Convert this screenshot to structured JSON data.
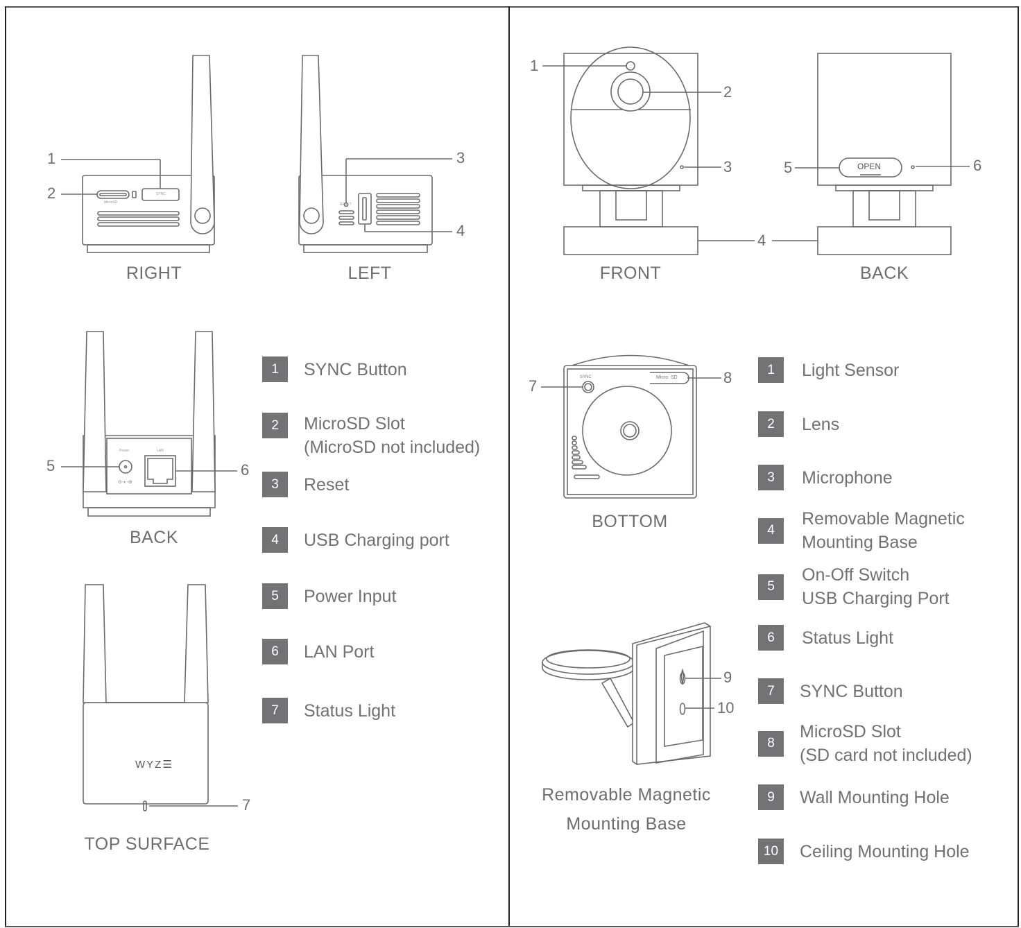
{
  "left_panel": {
    "views": {
      "right": "RIGHT",
      "left": "LEFT",
      "back": "BACK",
      "top_surface": "TOP SURFACE"
    },
    "device_text": {
      "microsd_label": "MicroSD",
      "sync_label": "SYNC",
      "reset_label": "RESET",
      "power_label": "Power",
      "lan_label": "LAN",
      "polarity_symbol": "⊖-◐-⊕",
      "brand_logo": "WYZ☰"
    },
    "callouts": [
      "1",
      "2",
      "3",
      "4",
      "5",
      "6",
      "7"
    ],
    "legend": [
      {
        "num": "1",
        "lines": [
          "SYNC Button"
        ]
      },
      {
        "num": "2",
        "lines": [
          "MicroSD Slot",
          "(MicroSD not included)"
        ]
      },
      {
        "num": "3",
        "lines": [
          "Reset"
        ]
      },
      {
        "num": "4",
        "lines": [
          "USB Charging port"
        ]
      },
      {
        "num": "5",
        "lines": [
          "Power Input"
        ]
      },
      {
        "num": "6",
        "lines": [
          "LAN Port"
        ]
      },
      {
        "num": "7",
        "lines": [
          "Status Light"
        ]
      }
    ]
  },
  "right_panel": {
    "views": {
      "front": "FRONT",
      "back": "BACK",
      "bottom": "BOTTOM",
      "mount_line1": "Removable Magnetic",
      "mount_line2": "Mounting Base"
    },
    "device_text": {
      "open_label": "OPEN",
      "sync_label": "SYNC",
      "microsd_label": "Micro  SD"
    },
    "callouts": [
      "1",
      "2",
      "3",
      "4",
      "5",
      "6",
      "7",
      "8",
      "9",
      "10"
    ],
    "legend": [
      {
        "num": "1",
        "lines": [
          "Light Sensor"
        ]
      },
      {
        "num": "2",
        "lines": [
          "Lens"
        ]
      },
      {
        "num": "3",
        "lines": [
          "Microphone"
        ]
      },
      {
        "num": "4",
        "lines": [
          "Removable Magnetic",
          "Mounting Base"
        ]
      },
      {
        "num": "5",
        "lines": [
          "On-Off Switch",
          "USB Charging Port"
        ]
      },
      {
        "num": "6",
        "lines": [
          "Status Light"
        ]
      },
      {
        "num": "7",
        "lines": [
          "SYNC Button"
        ]
      },
      {
        "num": "8",
        "lines": [
          "MicroSD Slot",
          "(SD card not included)"
        ]
      },
      {
        "num": "9",
        "lines": [
          "Wall Mounting Hole"
        ]
      },
      {
        "num": "10",
        "lines": [
          "Ceiling Mounting Hole"
        ]
      }
    ]
  }
}
